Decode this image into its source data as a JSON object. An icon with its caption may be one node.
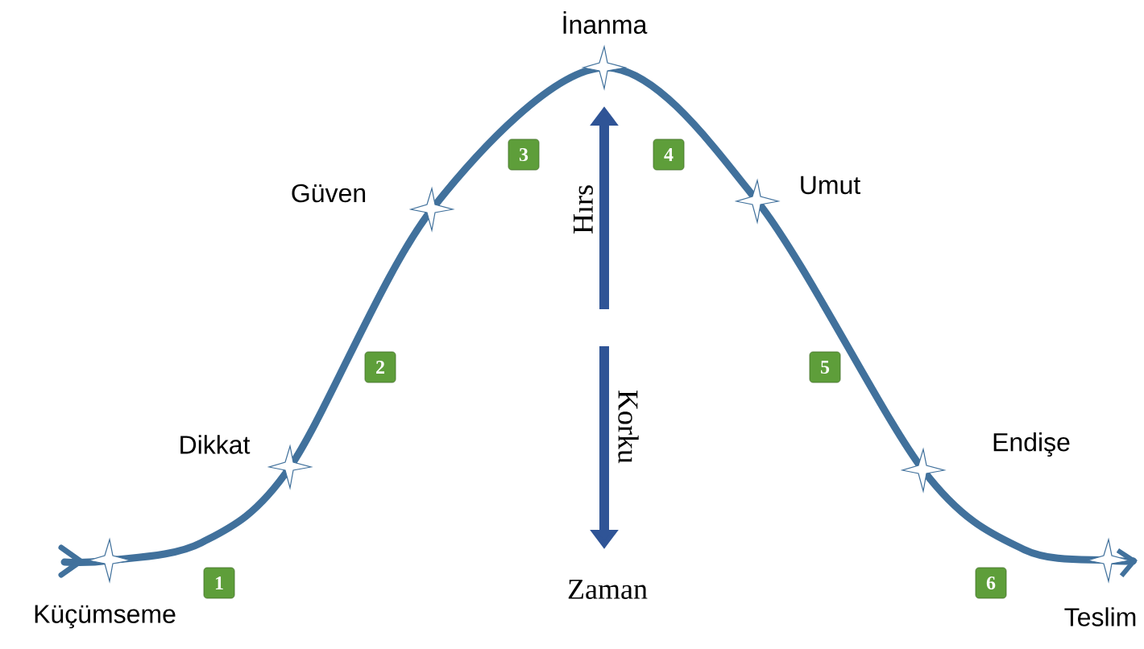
{
  "diagram": {
    "nodes": [
      {
        "text": [
          "1"
        ]
      },
      {
        "text": [
          "2"
        ]
      },
      {
        "text": [
          "3"
        ]
      },
      {
        "text": [
          "4"
        ]
      },
      {
        "text": [
          "5"
        ]
      },
      {
        "text": [
          "6"
        ]
      }
    ],
    "labels": [
      "İnanma",
      "Güven",
      "Umut",
      "Hırs",
      "Korku",
      "Dikkat",
      "Endişe",
      "Küçümseme",
      "Zaman",
      "Teslim"
    ]
  }
}
